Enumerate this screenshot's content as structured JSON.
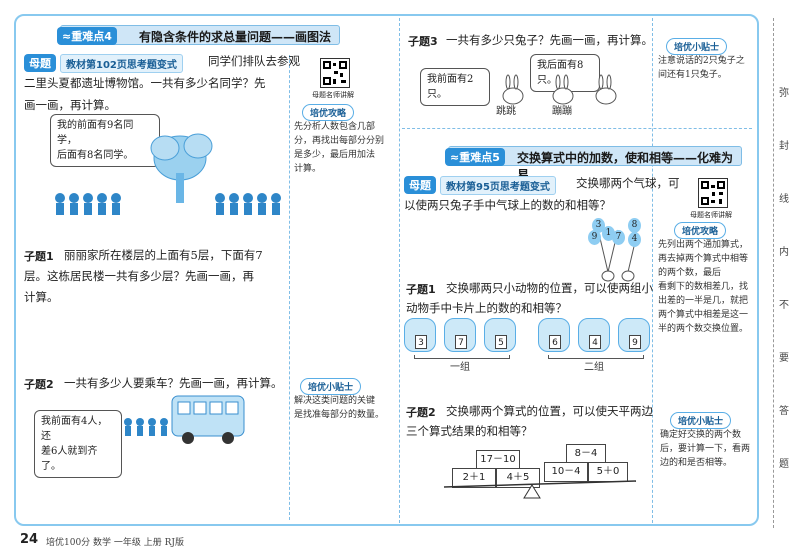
{
  "left": {
    "point4_label": "≈重难点4",
    "point4_title": "有隐含条件的求总量问题——画图法",
    "mu_badge": "母题",
    "mu_source": "教材第102页思考题变式",
    "mu_text_1": "同学们排队去参观",
    "mu_text_2": "二里头夏都遗址博物馆。一共有多少名同学？先",
    "mu_text_3": "画一画，再计算。",
    "mu_bubble_1": "我的前面有9名同学，",
    "mu_bubble_2": "后面有8名同学。",
    "qr_caption": "母题名师讲解",
    "tip1_label": "培优攻略",
    "tip1_text": [
      "先分析人数包含几部",
      "分，再找出每部分分别",
      "是多少，最后用加法",
      "计算。"
    ],
    "q1_label": "子题1",
    "q1_text_1": "丽丽家所在楼层的上面有5层，下面有7",
    "q1_text_2": "层。这栋居民楼一共有多少层？先画一画，再",
    "q1_text_3": "计算。",
    "q2_label": "子题2",
    "q2_text": "一共有多少人要乘车？先画一画，再计算。",
    "q2_bubble_1": "我前面有4人，还",
    "q2_bubble_2": "差6人就到齐了。",
    "tip2_label": "培优小贴士",
    "tip2_text": [
      "解决这类问题的关键",
      "是找准每部分的数量。"
    ]
  },
  "right": {
    "q3_label": "子题3",
    "q3_text": "一共有多少只兔子？先画一画，再计算。",
    "q3_bubble_left": "我前面有2只。",
    "q3_bubble_right": "我后面有8只。",
    "q3_word_1": "跳跳",
    "q3_word_2": "蹦蹦",
    "tip3_label": "培优小贴士",
    "tip3_text": [
      "注意说话的2只兔子之",
      "间还有1只兔子。"
    ],
    "point5_label": "≈重难点5",
    "point5_title": "交换算式中的加数，使和相等——化难为易",
    "mu_badge": "母题",
    "mu_source": "教材第95页思考题变式",
    "mu_text_1": "交换哪两个气球，可",
    "mu_text_2": "以使两只兔子手中气球上的数的和相等？",
    "balloons": [
      "3",
      "1",
      "9",
      "7",
      "8",
      "4"
    ],
    "qr_caption": "母题名师讲解",
    "tip4_label": "培优攻略",
    "tip4_text": [
      "先列出两个通加算式，",
      "再去掉两个算式中相等",
      "的两个数，最后",
      "看剩下的数相差几，找",
      "出差的一半是几，就把",
      "两个算式中相差是这一",
      "半的两个数交换位置。"
    ],
    "sq1_label": "子题1",
    "sq1_text_1": "交换哪两只小动物的位置，可以使两组小",
    "sq1_text_2": "动物手中卡片上的数的和相等？",
    "animals_group1": [
      "3",
      "7",
      "5"
    ],
    "animals_group2": [
      "6",
      "4",
      "9"
    ],
    "group1_label": "一组",
    "group2_label": "二组",
    "sq2_label": "子题2",
    "sq2_text_1": "交换哪两个算式的位置，可以使天平两边",
    "sq2_text_2": "三个算式结果的和相等？",
    "scale_left": [
      "17－10",
      "2＋1",
      "4＋5"
    ],
    "scale_right": [
      "8－4",
      "10－4",
      "5＋0"
    ],
    "tip5_label": "培优小贴士",
    "tip5_text": [
      "确定好交换的两个数",
      "后，要计算一下，看两",
      "边的和是否相等。"
    ]
  },
  "side_vertical": [
    "弥",
    "封",
    "线",
    "内",
    "不",
    "要",
    "答",
    "题"
  ],
  "footer": {
    "page_num": "24",
    "info": "培优100分  数学  一年级  上册  RJ版"
  }
}
